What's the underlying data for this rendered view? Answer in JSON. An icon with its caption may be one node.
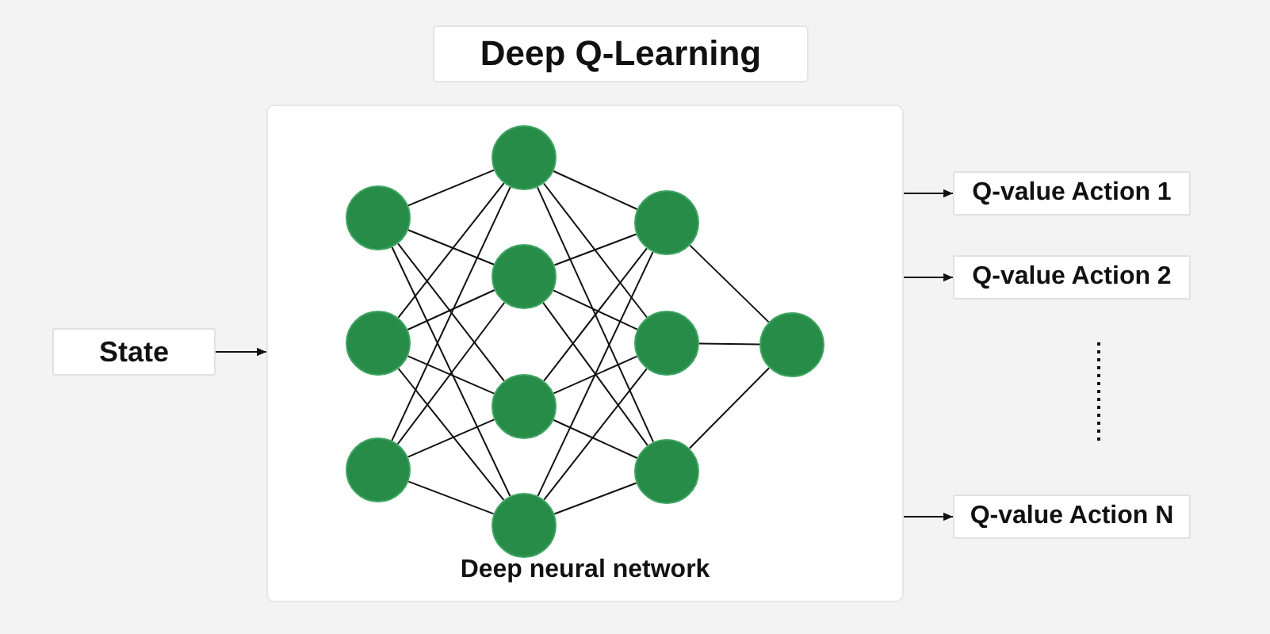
{
  "diagram": {
    "title": "Deep Q-Learning",
    "nodes": [
      {
        "text": [
          "State"
        ]
      },
      {
        "text": [
          "Deep neural network"
        ]
      },
      {
        "text": [],
        "shape": "circle",
        "in": 1
      },
      {
        "text": [],
        "shape": "circle",
        "in": 1
      },
      {
        "text": [],
        "shape": "circle",
        "in": 1
      },
      {
        "text": [],
        "shape": "circle",
        "in": 1
      },
      {
        "text": [],
        "shape": "circle",
        "in": 1
      },
      {
        "text": [],
        "shape": "circle",
        "in": 1
      },
      {
        "text": [],
        "shape": "circle",
        "in": 1
      },
      {
        "text": [],
        "shape": "circle",
        "in": 1
      },
      {
        "text": [],
        "shape": "circle",
        "in": 1
      },
      {
        "text": [],
        "shape": "circle",
        "in": 1
      },
      {
        "text": [],
        "shape": "circle",
        "in": 1
      },
      {
        "text": [
          "Q-value Action 1"
        ]
      },
      {
        "text": [
          "Q-value Action 2"
        ]
      },
      {
        "text": [
          "Q-value Action N"
        ]
      }
    ],
    "edges": [
      {
        "from": 0,
        "to": 1,
        "arrow": "to"
      },
      {
        "from": 2,
        "to": 5,
        "arrow": "none"
      },
      {
        "from": 2,
        "to": 6,
        "arrow": "none"
      },
      {
        "from": 2,
        "to": 7,
        "arrow": "none"
      },
      {
        "from": 2,
        "to": 8,
        "arrow": "none"
      },
      {
        "from": 3,
        "to": 5,
        "arrow": "none"
      },
      {
        "from": 3,
        "to": 6,
        "arrow": "none"
      },
      {
        "from": 3,
        "to": 7,
        "arrow": "none"
      },
      {
        "from": 3,
        "to": 8,
        "arrow": "none"
      },
      {
        "from": 4,
        "to": 5,
        "arrow": "none"
      },
      {
        "from": 4,
        "to": 6,
        "arrow": "none"
      },
      {
        "from": 4,
        "to": 7,
        "arrow": "none"
      },
      {
        "from": 4,
        "to": 8,
        "arrow": "none"
      },
      {
        "from": 5,
        "to": 9,
        "arrow": "none"
      },
      {
        "from": 5,
        "to": 10,
        "arrow": "none"
      },
      {
        "from": 5,
        "to": 11,
        "arrow": "none"
      },
      {
        "from": 6,
        "to": 9,
        "arrow": "none"
      },
      {
        "from": 6,
        "to": 10,
        "arrow": "none"
      },
      {
        "from": 6,
        "to": 11,
        "arrow": "none"
      },
      {
        "from": 7,
        "to": 9,
        "arrow": "none"
      },
      {
        "from": 7,
        "to": 10,
        "arrow": "none"
      },
      {
        "from": 7,
        "to": 11,
        "arrow": "none"
      },
      {
        "from": 8,
        "to": 9,
        "arrow": "none"
      },
      {
        "from": 8,
        "to": 10,
        "arrow": "none"
      },
      {
        "from": 8,
        "to": 11,
        "arrow": "none"
      },
      {
        "from": 9,
        "to": 12,
        "arrow": "none"
      },
      {
        "from": 10,
        "to": 12,
        "arrow": "none"
      },
      {
        "from": 11,
        "to": 12,
        "arrow": "none"
      },
      {
        "from": 1,
        "to": 13,
        "arrow": "to"
      },
      {
        "from": 1,
        "to": 14,
        "arrow": "to"
      },
      {
        "from": 1,
        "to": 15,
        "arrow": "to"
      }
    ]
  }
}
